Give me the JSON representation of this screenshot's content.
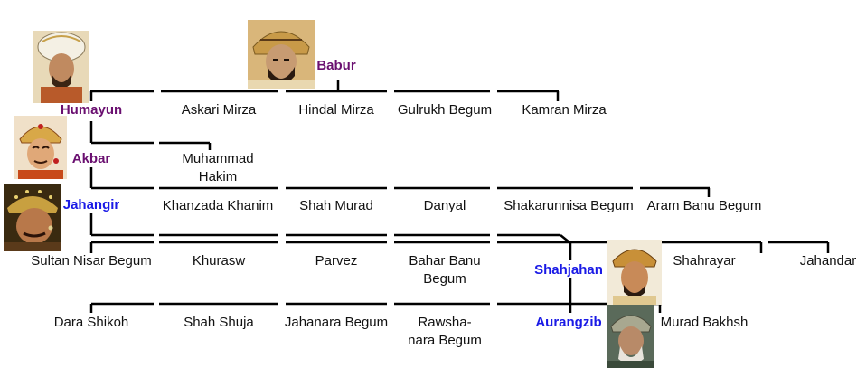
{
  "colors": {
    "line": "#000000",
    "ruler_purple": "#6a0f70",
    "ruler_blue": "#1a1ae6",
    "text": "#111111"
  },
  "rulers": {
    "babur": "Babur",
    "humayun": "Humayun",
    "akbar": "Akbar",
    "jahangir": "Jahangir",
    "shahjahan": "Shahjahan",
    "aurangzib": "Aurangzib"
  },
  "gen1": {
    "askari": "Askari Mirza",
    "hindal": "Hindal Mirza",
    "gulrukh": "Gulrukh Begum",
    "kamran": "Kamran Mirza"
  },
  "gen2": {
    "muhammad_hakim": "Muhammad Hakim"
  },
  "gen3": {
    "khanzada": "Khanzada Khanim",
    "shah_murad": "Shah Murad",
    "danyal": "Danyal",
    "shakarunnisa": "Shakarunnisa Begum",
    "aram_banu": "Aram Banu Begum"
  },
  "gen4": {
    "sultan_nisar": "Sultan Nisar Begum",
    "khurasw": "Khurasw",
    "parvez": "Parvez",
    "bahar_banu": "Bahar Banu Begum",
    "shahrayar": "Shahrayar",
    "jahandar": "Jahandar"
  },
  "gen5": {
    "dara": "Dara Shikoh",
    "shuja": "Shah Shuja",
    "jahanara": "Jahanara Begum",
    "rawshanara": "Rawsha-nara Begum",
    "murad_bakhsh": "Murad Bakhsh"
  },
  "portraits": [
    "babur-portrait",
    "humayun-portrait",
    "akbar-portrait",
    "jahangir-portrait",
    "shahjahan-portrait",
    "aurangzib-portrait"
  ]
}
